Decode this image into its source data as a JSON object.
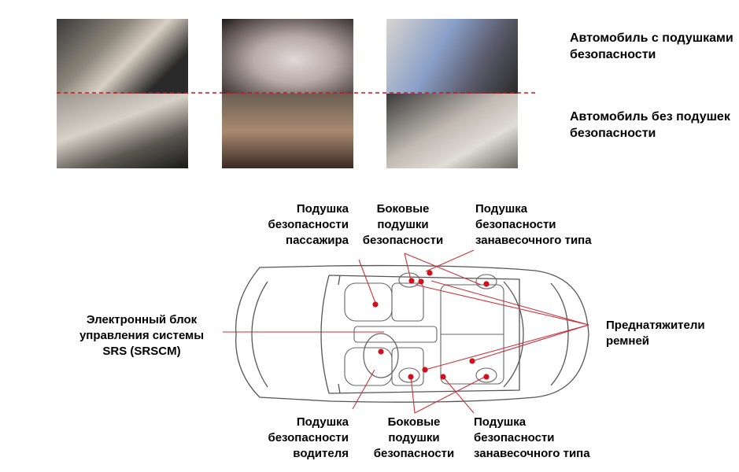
{
  "legend": {
    "with_airbags": "Автомобиль с подушками безопасности",
    "without_airbags": "Автомобиль без подушек безопасности"
  },
  "photos": [
    {
      "name": "crash-frame-1"
    },
    {
      "name": "crash-frame-2"
    },
    {
      "name": "crash-frame-3"
    }
  ],
  "labels": {
    "passenger_airbag": [
      "Подушка",
      "безопасности",
      "пассажира"
    ],
    "side_airbags_top": [
      "Боковые",
      "подушки",
      "безопасности"
    ],
    "curtain_airbag_top": [
      "Подушка",
      "безопасности",
      "занавесочного типа"
    ],
    "srscm": [
      "Электронный блок",
      "управления системы",
      "SRS (SRSCM)"
    ],
    "pretensioners": [
      "Преднатяжители",
      "ремней"
    ],
    "driver_airbag": [
      "Подушка",
      "безопасности",
      "водителя"
    ],
    "side_airbags_bottom": [
      "Боковые",
      "подушки",
      "безопасности"
    ],
    "curtain_airbag_bottom": [
      "Подушка",
      "безопасности",
      "занавесочного типа"
    ]
  },
  "colors": {
    "accent": "#d0101c",
    "line": "#c8323c",
    "car_outline": "#555555"
  }
}
